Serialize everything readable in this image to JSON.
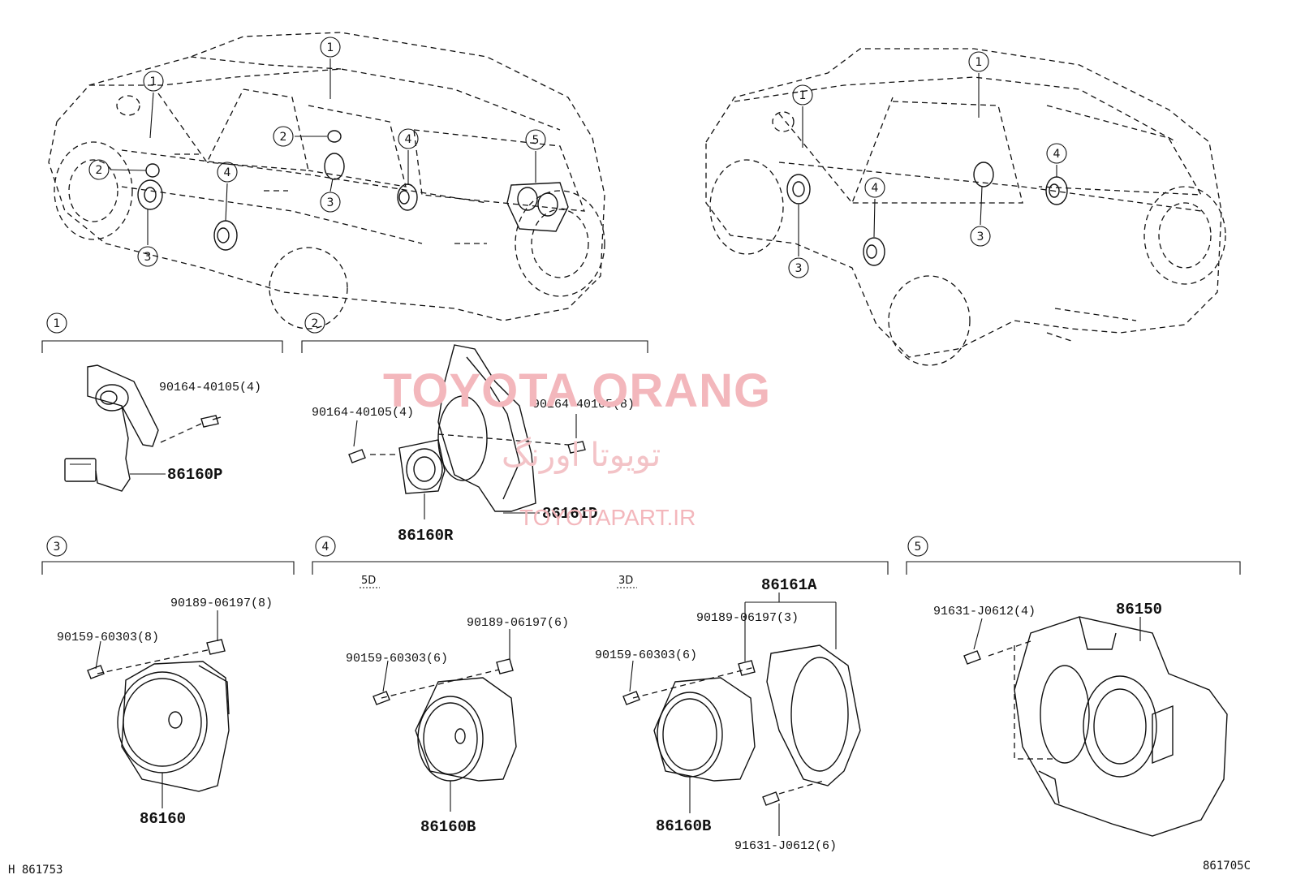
{
  "callouts": {
    "c1": "1",
    "c2": "2",
    "c3": "3",
    "c4": "4",
    "c5": "5"
  },
  "parts": {
    "p_90164_40105_4_a": "90164-40105(4)",
    "p_86160P": "86160P",
    "p_90164_40105_4_b": "90164-40105(4)",
    "p_90164_40105_8": "90164-40105(8)",
    "p_86160R": "86160R",
    "p_86161D": "86161D",
    "p_90189_06197_8": "90189-06197(8)",
    "p_90159_60303_8": "90159-60303(8)",
    "p_86160": "86160",
    "p_90189_06197_6": "90189-06197(6)",
    "p_90159_60303_6_a": "90159-60303(6)",
    "p_86160B_a": "86160B",
    "p_86161A": "86161A",
    "p_90189_06197_3": "90189-06197(3)",
    "p_90159_60303_6_b": "90159-60303(6)",
    "p_86160B_b": "86160B",
    "p_91631_J0612_6": "91631-J0612(6)",
    "p_91631_J0612_4": "91631-J0612(4)",
    "p_86150": "86150"
  },
  "subsections": {
    "five_door": "5D",
    "three_door": "3D"
  },
  "footer": {
    "left_code": "H 861753",
    "right_code": "861705C"
  },
  "watermark": {
    "brand": "TOYOTA ORANG",
    "persian": "تویوتا اورنگ",
    "url": "TOYOTAPART.IR"
  },
  "colors": {
    "line": "#111111",
    "watermark": "#f3b7bc"
  }
}
